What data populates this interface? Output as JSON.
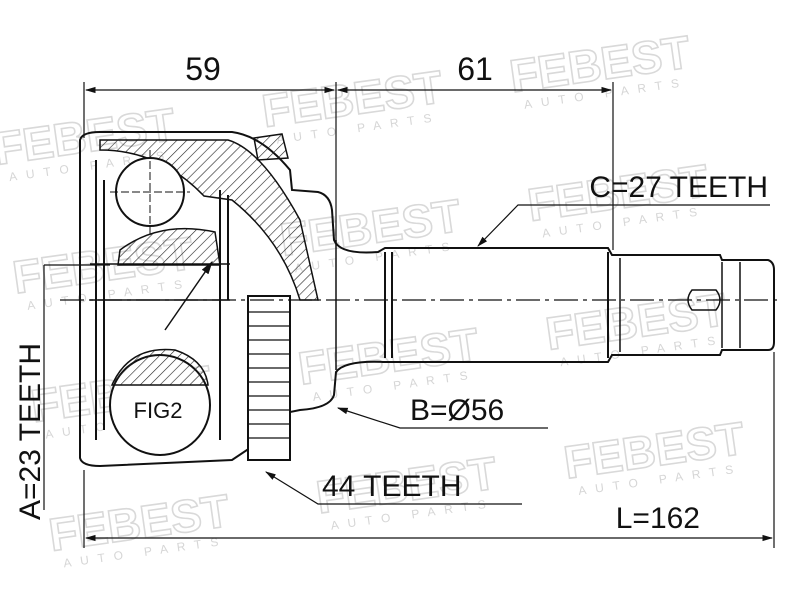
{
  "watermark": {
    "brand": "FEBEST",
    "tagline": "AUTO PARTS"
  },
  "dimensions": {
    "housing_length": "59",
    "shaft_length": "61",
    "outer_spline": "C=27 TEETH",
    "diameter": "B=Ø56",
    "abs_ring": "44 TEETH",
    "overall_length": "L=162",
    "inner_spline": "A=23 TEETH"
  },
  "detail_label": "FIG2"
}
